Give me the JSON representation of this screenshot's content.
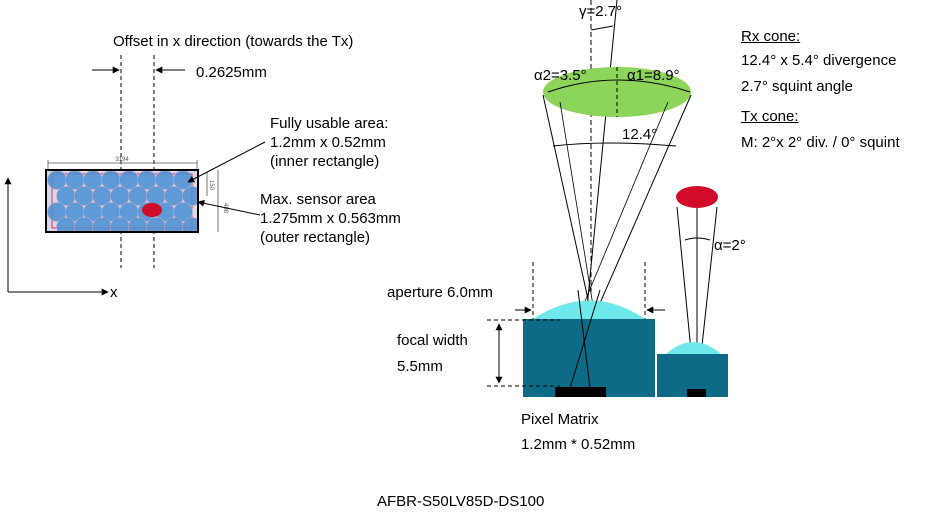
{
  "left_figure": {
    "offset_title": "Offset in x direction (towards the Tx)",
    "offset_value": "0.2625mm",
    "dim_width": "3194",
    "dim_height_outer": "488",
    "dim_height_inner": "150",
    "usable_area_line1": "Fully usable area:",
    "usable_area_line2": "1.2mm x 0.52mm",
    "usable_area_line3": "(inner rectangle)",
    "sensor_area_line1": "Max. sensor area",
    "sensor_area_line2": "1.275mm x 0.563mm",
    "sensor_area_line3": "(outer rectangle)",
    "x_axis_label": "x"
  },
  "right_figure": {
    "gamma_label": "γ=2.7°",
    "alpha2_label": "α2=3.5°",
    "alpha1_label": "α1=8.9°",
    "cone_angle_label": "12.4°",
    "alpha_tx_label": "α=2°",
    "aperture_label": "aperture 6.0mm",
    "focal_width_line1": "focal width",
    "focal_width_line2": "5.5mm",
    "pixel_matrix_line1": "Pixel Matrix",
    "pixel_matrix_line2": "1.2mm * 0.52mm"
  },
  "rx_cone": {
    "title": "Rx cone:",
    "line1": "12.4° x 5.4° divergence",
    "line2": "2.7° squint angle"
  },
  "tx_cone": {
    "title": "Tx cone:",
    "line1": "M: 2°x 2° div. / 0° squint"
  },
  "footer": "AFBR-S50LV85D-DS100",
  "colors": {
    "pixel_blue": "#4a8fd4",
    "pixel_red": "#d10c2b",
    "lens_cyan": "#6fe8ec",
    "housing_teal": "#0e6b88",
    "rx_spot_green": "#8cd45a",
    "tx_spot_red": "#d10c2b"
  }
}
